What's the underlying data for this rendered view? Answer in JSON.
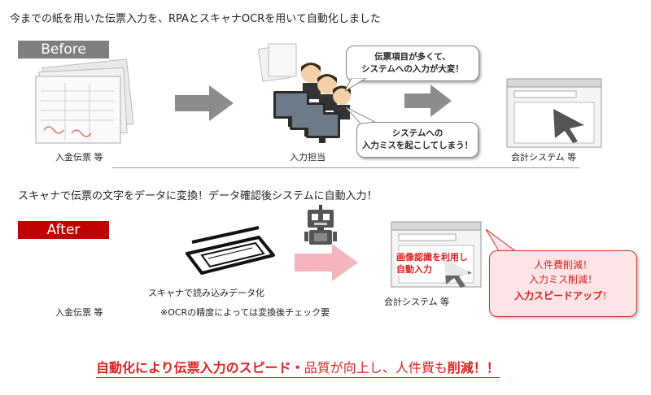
{
  "headline": "今までの紙を用いた伝票入力を、RPAとスキャナOCRを用いて自動化しました",
  "before": {
    "badge": "Before",
    "badge_color": "#7f7f7f",
    "slip_label": "入金伝票 等",
    "operator_label": "入力担当",
    "system_label": "会計システム 等",
    "bubble_top": [
      "伝票項目が多くて、",
      "システムへの入力が大変！"
    ],
    "bubble_bottom": [
      "システムへの",
      "入力ミスを起こしてしまう！"
    ]
  },
  "middle_heading": "スキャナで伝票の文字をデータに変換！データ確認後システムに自動入力！",
  "after": {
    "badge": "After",
    "badge_color": "#c00000",
    "slip_label": "入金伝票 等",
    "scanner_label": "スキャナで読み込みデータ化",
    "ocr_note": "※OCRの精度によっては変換後チェック要",
    "system_label": "会計システム 等",
    "image_recognition": [
      "画像認識を利用し",
      "自動入力"
    ],
    "benefit_lines": [
      "人件費削減！",
      "入力ミス削減！"
    ],
    "benefit_bold": "入力スピードアップ",
    "benefit_end": "！"
  },
  "conclusion": {
    "part1": "自動化により伝票入力のスピード・",
    "part2": "品質が向上し、人件費も",
    "part3": "削減！！",
    "accent_color": "#e02020"
  }
}
